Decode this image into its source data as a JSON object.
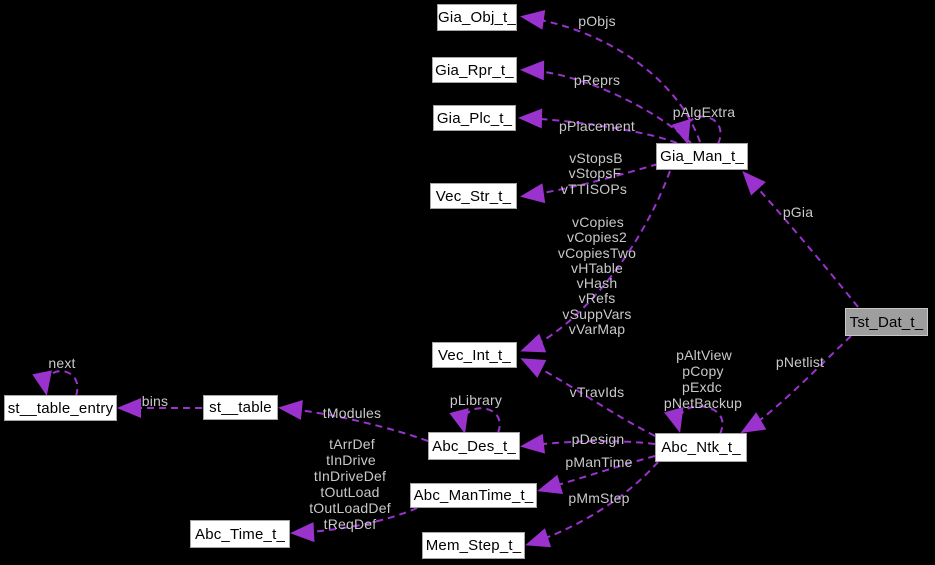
{
  "diagram": {
    "kind": "collaboration-graph",
    "main_node": "Tst_Dat_t_",
    "colors": {
      "background": "#000000",
      "edge": "#9a32cd",
      "edge_label": "#c9c9c9",
      "node_fill": "#ffffff",
      "node_border": "#a6a6a6",
      "main_node_fill": "#9e9e9e",
      "node_text": "#000000"
    },
    "nodes": [
      "Gia_Obj_t_",
      "Gia_Rpr_t_",
      "Gia_Plc_t_",
      "Vec_Str_t_",
      "Gia_Man_t_",
      "Tst_Dat_t_",
      "Vec_Int_t_",
      "st__table_entry",
      "st__table",
      "Abc_Des_t_",
      "Abc_ManTime_t_",
      "Abc_Ntk_t_",
      "Abc_Time_t_",
      "Mem_Step_t_"
    ],
    "edge_labels": [
      "pObjs",
      "pReprs",
      "pPlacement",
      "pAlgExtra",
      "vStopsB",
      "vStopsF",
      "vTTISOPs",
      "vCopies",
      "vCopies2",
      "vCopiesTwo",
      "vHTable",
      "vHash",
      "vRefs",
      "vSuppVars",
      "vVarMap",
      "pGia",
      "pNetlist",
      "vTravIds",
      "pAltView",
      "pCopy",
      "pExdc",
      "pNetBackup",
      "pLibrary",
      "pDesign",
      "pManTime",
      "pMmStep",
      "tModules",
      "tArrDef",
      "tInDrive",
      "tInDriveDef",
      "tOutLoad",
      "tOutLoadDef",
      "tReqDef",
      "next",
      "bins"
    ],
    "edges": [
      {
        "from": "Gia_Man_t_",
        "to": "Gia_Obj_t_",
        "label": "pObjs"
      },
      {
        "from": "Gia_Man_t_",
        "to": "Gia_Rpr_t_",
        "label": "pReprs"
      },
      {
        "from": "Gia_Man_t_",
        "to": "Gia_Plc_t_",
        "label": "pPlacement"
      },
      {
        "from": "Gia_Man_t_",
        "to": "Gia_Man_t_",
        "label": "pAlgExtra"
      },
      {
        "from": "Gia_Man_t_",
        "to": "Vec_Str_t_",
        "label": "vStopsB vStopsF vTTISOPs"
      },
      {
        "from": "Gia_Man_t_",
        "to": "Vec_Int_t_",
        "label": "vCopies vCopies2 vCopiesTwo vHTable vHash vRefs vSuppVars vVarMap"
      },
      {
        "from": "Tst_Dat_t_",
        "to": "Gia_Man_t_",
        "label": "pGia"
      },
      {
        "from": "Tst_Dat_t_",
        "to": "Abc_Ntk_t_",
        "label": "pNetlist"
      },
      {
        "from": "Abc_Ntk_t_",
        "to": "Abc_Ntk_t_",
        "label": "pAltView pCopy pExdc pNetBackup"
      },
      {
        "from": "Abc_Ntk_t_",
        "to": "Vec_Int_t_",
        "label": "vTravIds"
      },
      {
        "from": "Abc_Ntk_t_",
        "to": "Abc_Des_t_",
        "label": "pDesign"
      },
      {
        "from": "Abc_Ntk_t_",
        "to": "Abc_ManTime_t_",
        "label": "pManTime"
      },
      {
        "from": "Abc_Ntk_t_",
        "to": "Mem_Step_t_",
        "label": "pMmStep"
      },
      {
        "from": "Abc_Des_t_",
        "to": "Abc_Des_t_",
        "label": "pLibrary"
      },
      {
        "from": "Abc_Des_t_",
        "to": "st__table",
        "label": "tModules"
      },
      {
        "from": "st__table",
        "to": "st__table_entry",
        "label": "bins"
      },
      {
        "from": "st__table_entry",
        "to": "st__table_entry",
        "label": "next"
      },
      {
        "from": "Abc_ManTime_t_",
        "to": "Abc_Time_t_",
        "label": "tArrDef tInDrive tInDriveDef tOutLoad tOutLoadDef tReqDef"
      }
    ]
  }
}
